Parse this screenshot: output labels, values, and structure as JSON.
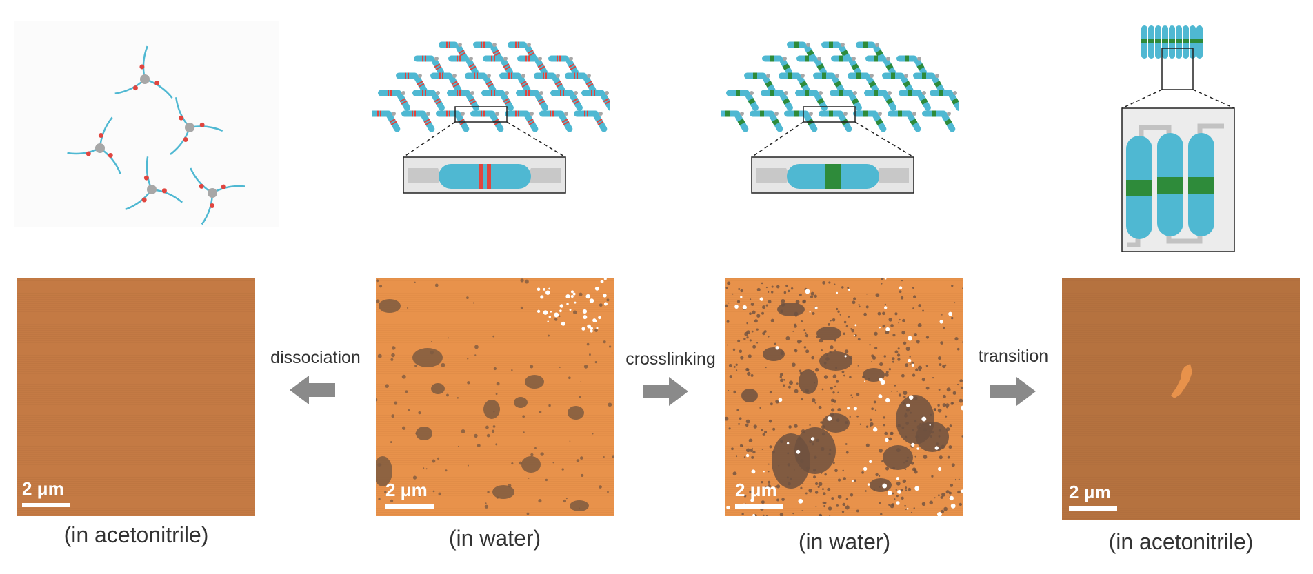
{
  "afm_images": [
    {
      "scale_bar": "2 μm",
      "caption": "(in acetonitrile)"
    },
    {
      "scale_bar": "2 μm",
      "caption": "(in water)"
    },
    {
      "scale_bar": "2 μm",
      "caption": "(in water)"
    },
    {
      "scale_bar": "2 μm",
      "caption": "(in acetonitrile)"
    }
  ],
  "steps": [
    {
      "label": "dissociation",
      "direction": "left"
    },
    {
      "label": "crosslinking",
      "direction": "right"
    },
    {
      "label": "transition",
      "direction": "right"
    }
  ],
  "colors": {
    "rod": "#4fb8d2",
    "red_band": "#e0453f",
    "green_band": "#2e8b3a",
    "node": "#a7a7a7",
    "arrow": "#8a8a8a",
    "afm_light": "#e8924b",
    "afm_dark": "#b5723f"
  }
}
